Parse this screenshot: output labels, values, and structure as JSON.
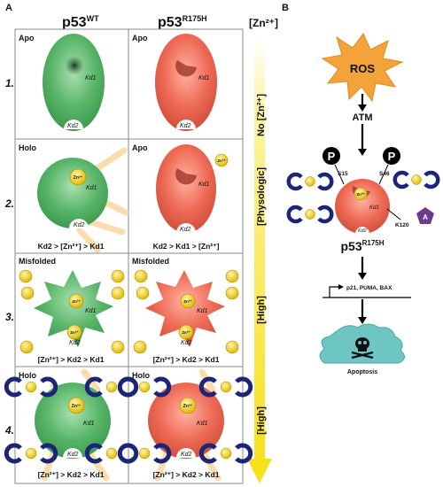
{
  "panel_a": {
    "letter": "A",
    "col_wt": "p53",
    "col_wt_sup": "WT",
    "col_mut": "p53",
    "col_mut_sup": "R175H",
    "axis_title": "[Zn²⁺]",
    "row_numbers": [
      "1.",
      "2.",
      "3.",
      "4."
    ],
    "states": {
      "r1_wt": "Apo",
      "r1_mut": "Apo",
      "r2_wt": "Holo",
      "r2_mut": "Apo",
      "r3_wt": "Misfolded",
      "r3_mut": "Misfolded",
      "r4_wt": "Holo",
      "r4_mut": "Holo"
    },
    "conditions": {
      "r2_wt": "Kd2 > [Zn²⁺] > Kd1",
      "r2_mut": "Kd2 > Kd1 > [Zn²⁺]",
      "r3_wt": "[Zn²⁺] > Kd2 > Kd1",
      "r3_mut": "[Zn²⁺] > Kd2 > Kd1",
      "r4_wt": "[Zn²⁺] > Kd2 > Kd1",
      "r4_mut": "[Zn²⁺] > Kd2 > Kd1"
    },
    "kd1": "Kd1",
    "kd2": "Kd2",
    "zn": "Zn²⁺",
    "gradient_labels": [
      "No [Zn²⁺]",
      "[Physologic]",
      "[High]",
      "[High]"
    ]
  },
  "panel_b": {
    "letter": "B",
    "ros": "ROS",
    "atm": "ATM",
    "p_label": "P",
    "s15": "S15",
    "s46": "S46",
    "acetyl": "A",
    "k120": "K120",
    "protein_name": "p53",
    "protein_sup": "R175H",
    "targets": "p21, PUMA, BAX",
    "outcome": "Apoptosis"
  },
  "colors": {
    "wt_green": "#58b568",
    "mut_red": "#ee6a55",
    "zinc_yellow": "#f2d21b",
    "ros_orange": "#f4a33a",
    "chelator_navy": "#1c2578",
    "acetyl_purple": "#6b3b8f",
    "cell_teal": "#6ec6c2",
    "arrow_yellow": "#f7e11f"
  },
  "icons": [
    "zinc-ion-icon",
    "zinc-chelator-icon",
    "phospho-icon",
    "acetyl-icon",
    "skull-icon",
    "ros-starburst-icon"
  ]
}
